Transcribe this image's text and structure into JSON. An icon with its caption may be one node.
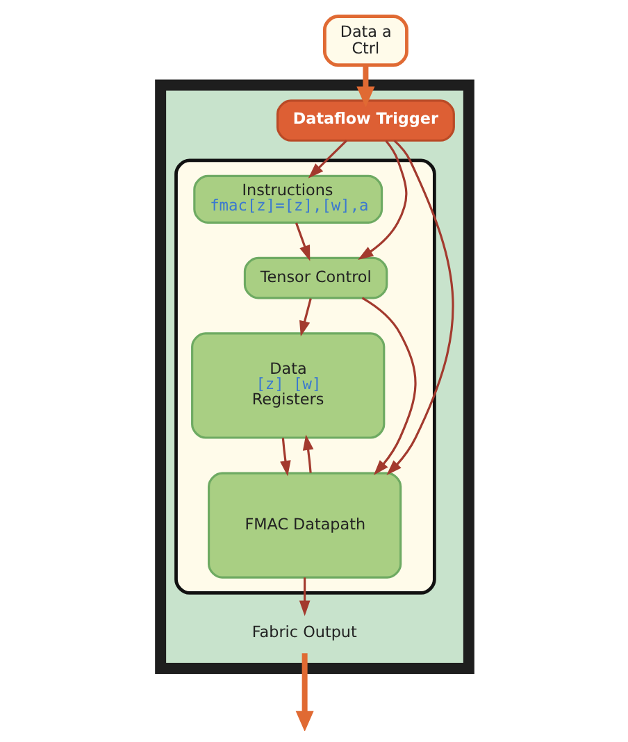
{
  "diagram": {
    "nodes": [
      {
        "text": [
          "Data a",
          "Ctrl"
        ]
      },
      {
        "text": [],
        "shape": "box"
      },
      {
        "text": [
          "Dataflow Trigger"
        ],
        "in": 1
      },
      {
        "text": [],
        "shape": "box",
        "in": 1
      },
      {
        "text": [
          "Instructions",
          "fmac[z]=[z],[w],a"
        ],
        "in": 3
      },
      {
        "text": [
          "Tensor Control"
        ],
        "in": 3
      },
      {
        "text": [
          "Data",
          "[z] [w]",
          "Registers"
        ],
        "in": 3
      },
      {
        "text": [
          "FMAC Datapath"
        ],
        "in": 3
      },
      {
        "text": [
          "Fabric Output"
        ],
        "in": 1
      }
    ],
    "edges": [
      {
        "from": 0,
        "to": 2,
        "arrow": "to",
        "style": "thick",
        "color": "#e06a33"
      },
      {
        "from": 2,
        "to": 7,
        "arrow": "to"
      },
      {
        "from": 2,
        "to": 4,
        "arrow": "to"
      },
      {
        "from": 2,
        "to": 5,
        "arrow": "to"
      },
      {
        "from": 4,
        "to": 5,
        "arrow": "to"
      },
      {
        "from": 5,
        "to": 6,
        "arrow": "to"
      },
      {
        "from": 5,
        "to": 7,
        "arrow": "to"
      },
      {
        "from": 6,
        "to": 7,
        "arrow": "to"
      },
      {
        "from": 7,
        "to": 6,
        "arrow": "to"
      },
      {
        "from": 7,
        "to": 8,
        "arrow": "to"
      },
      {
        "from": 8,
        "to": null,
        "arrow": "to",
        "style": "thick",
        "color": "#e06a33"
      }
    ]
  }
}
